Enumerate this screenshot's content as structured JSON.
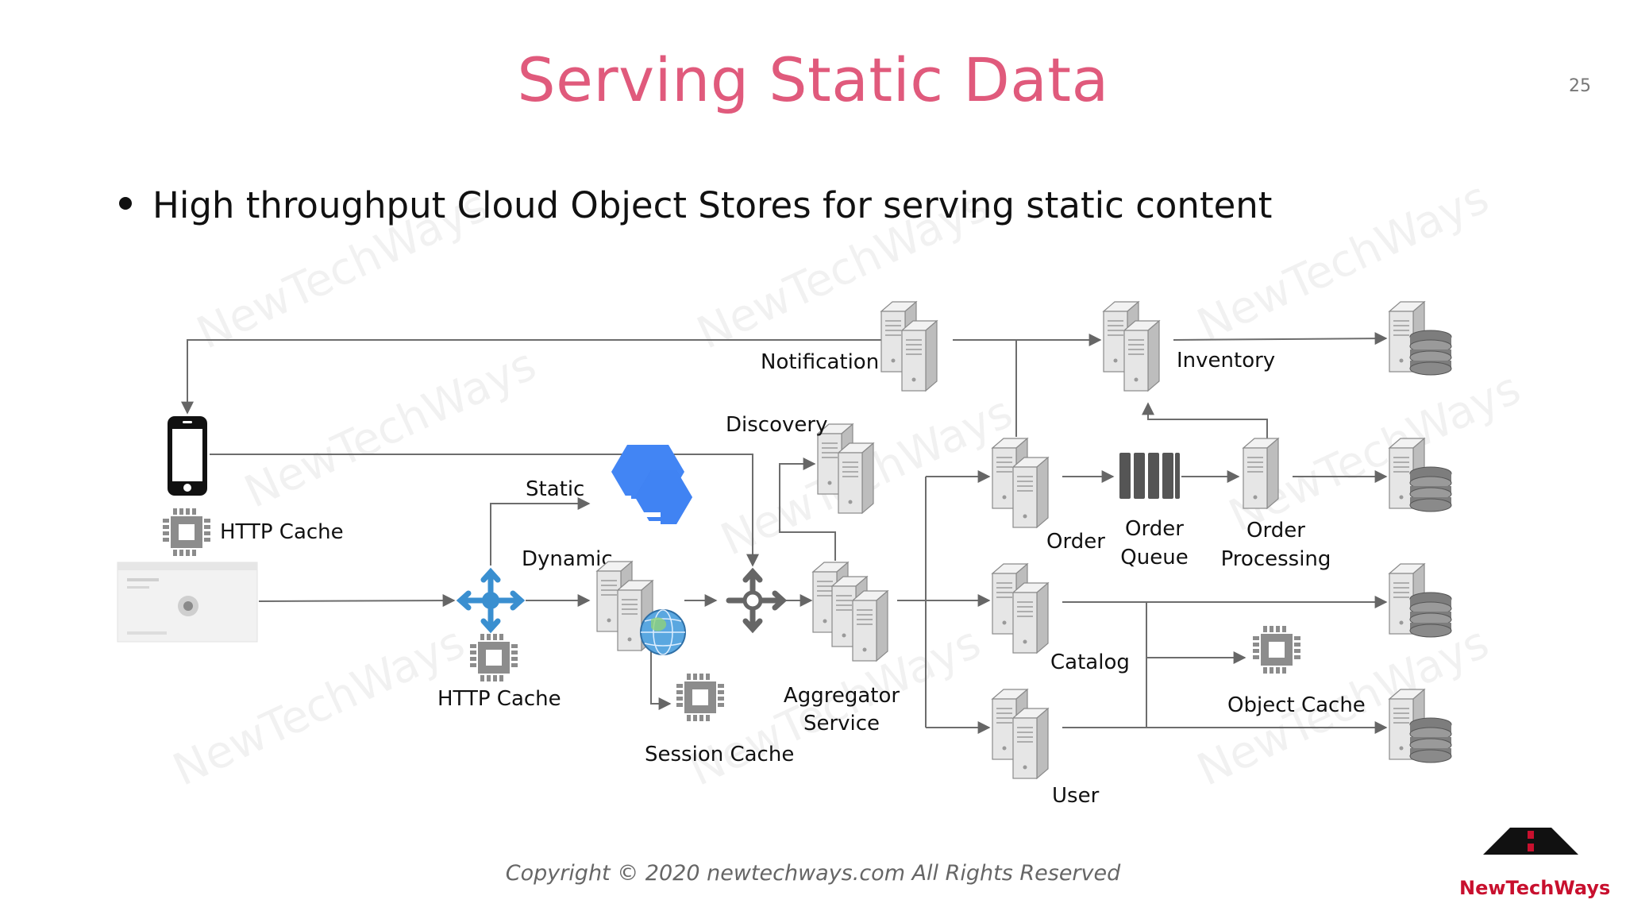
{
  "slide": {
    "title": "Serving Static Data",
    "page_number": "25",
    "bullet": "High throughput Cloud Object Stores for serving static content",
    "footer": "Copyright © 2020 newtechways.com All Rights Reserved",
    "logo_text": "NewTechWays",
    "watermark": "NewTechWays"
  },
  "diagram": {
    "labels": {
      "notification": "Notification",
      "inventory": "Inventory",
      "discovery": "Discovery",
      "http_cache_client": "HTTP Cache",
      "static": "Static",
      "dynamic": "Dynamic",
      "http_cache_gateway": "HTTP Cache",
      "session_cache": "Session Cache",
      "aggregator_line1": "Aggregator",
      "aggregator_line2": "Service",
      "order": "Order",
      "order_queue_line1": "Order",
      "order_queue_line2": "Queue",
      "order_processing_line1": "Order",
      "order_processing_line2": "Processing",
      "catalog": "Catalog",
      "object_cache": "Object Cache",
      "user": "User"
    },
    "icons": {
      "server": "server-icon",
      "database": "database-icon",
      "chip": "chip-icon",
      "phone": "phone-icon",
      "browser": "browser-icon",
      "router": "router-icon",
      "cloud_storage": "cloud-storage-icon",
      "globe": "globe-icon",
      "queue": "queue-icon"
    },
    "colors": {
      "title": "#e05a7c",
      "arrow": "#666666",
      "router_blue": "#3a8fd0",
      "router_gray": "#666666",
      "cloud_storage": "#4285f4",
      "logo_red": "#c8102e"
    }
  }
}
